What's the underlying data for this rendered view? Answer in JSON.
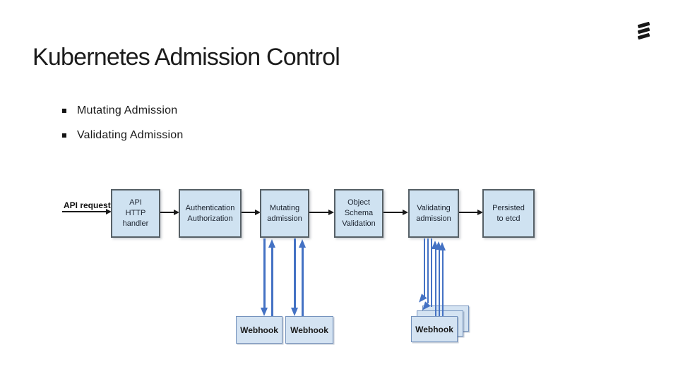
{
  "slide": {
    "title": "Kubernetes Admission Control",
    "bullets": [
      {
        "label": "Mutating Admission"
      },
      {
        "label": "Validating Admission"
      }
    ]
  },
  "logo": {
    "name": "ericsson-logo",
    "bar_count": 3,
    "color": "#181818"
  },
  "diagram": {
    "request_label": "API request",
    "nodes": [
      {
        "id": "api-http-handler",
        "label": "API\nHTTP\nhandler"
      },
      {
        "id": "authentication-authorization",
        "label": "Authentication\nAuthorization"
      },
      {
        "id": "mutating-admission",
        "label": "Mutating\nadmission"
      },
      {
        "id": "object-schema-validation",
        "label": "Object\nSchema\nValidation"
      },
      {
        "id": "validating-admission",
        "label": "Validating\nadmission"
      },
      {
        "id": "persisted-to-etcd",
        "label": "Persisted\nto etcd"
      }
    ],
    "webhooks": {
      "mutating": [
        {
          "label": "Webhook"
        },
        {
          "label": "Webhook"
        }
      ],
      "validating_front_label": "Webhook",
      "validating_stack_count": 3
    },
    "colors": {
      "node_fill": "#cfe2f1",
      "node_border": "#566066",
      "webhook_fill": "#d4e3f2",
      "webhook_border": "#7593bd",
      "flow_arrow": "#1a1a1a",
      "webhook_arrow": "#4472c4",
      "title_text": "#1b1b1b"
    }
  }
}
